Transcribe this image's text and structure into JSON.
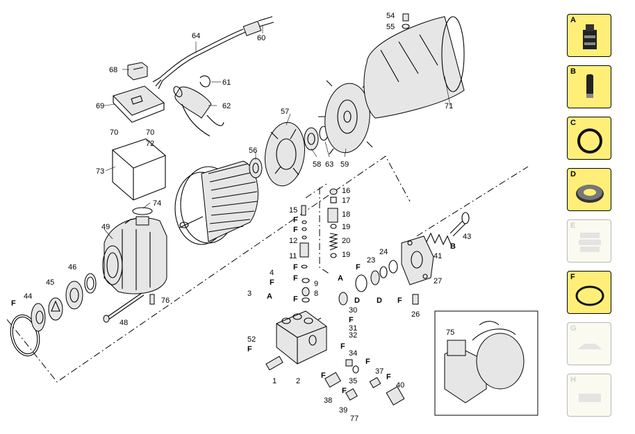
{
  "labels": {
    "l1": "1",
    "l2": "2",
    "l3": "3",
    "l4": "4",
    "l8": "8",
    "l9": "9",
    "l11": "11",
    "l12": "12",
    "l15": "15",
    "l16": "16",
    "l17": "17",
    "l18": "18",
    "l19a": "19",
    "l19b": "19",
    "l20": "20",
    "l23": "23",
    "l24": "24",
    "l26": "26",
    "l27": "27",
    "l30": "30",
    "l31": "31",
    "l32": "32",
    "l34": "34",
    "l35": "35",
    "l37": "37",
    "l38": "38",
    "l39": "39",
    "l40": "40",
    "l41": "41",
    "l43": "43",
    "l44": "44",
    "l45": "45",
    "l46": "46",
    "l48": "48",
    "l49": "49",
    "l52": "52",
    "l54": "54",
    "l55": "55",
    "l56": "56",
    "l57": "57",
    "l58": "58",
    "l59": "59",
    "l60": "60",
    "l61": "61",
    "l62": "62",
    "l63": "63",
    "l64": "64",
    "l68": "68",
    "l69": "69",
    "l70a": "70",
    "l70b": "70",
    "l71": "71",
    "l72": "72",
    "l73": "73",
    "l74": "74",
    "l75": "75",
    "l76": "76",
    "l77": "77",
    "fA1": "A",
    "fA2": "A",
    "fB": "B",
    "fD1": "D",
    "fD2": "D",
    "fF1": "F",
    "fF2": "F",
    "fF3": "F",
    "fF4": "F",
    "fF5": "F",
    "fF6": "F",
    "fF7": "F",
    "fF8": "F",
    "fF9": "F",
    "fF10": "F",
    "fF11": "F",
    "fF12": "F",
    "fF13": "F",
    "fF14": "F",
    "fF15": "F",
    "fF16": "F"
  },
  "legend": [
    {
      "letter": "A",
      "icon": "seal-kit-icon",
      "active": true
    },
    {
      "letter": "B",
      "icon": "plunger-icon",
      "active": true
    },
    {
      "letter": "C",
      "icon": "o-ring-icon",
      "active": true
    },
    {
      "letter": "D",
      "icon": "bearing-seal-icon",
      "active": true
    },
    {
      "letter": "E",
      "icon": "stacked-seals-icon",
      "active": false
    },
    {
      "letter": "F",
      "icon": "flat-ring-icon",
      "active": true
    },
    {
      "letter": "G",
      "icon": "valve-kit-icon",
      "active": false
    },
    {
      "letter": "H",
      "icon": "valve-plate-icon",
      "active": false
    }
  ]
}
